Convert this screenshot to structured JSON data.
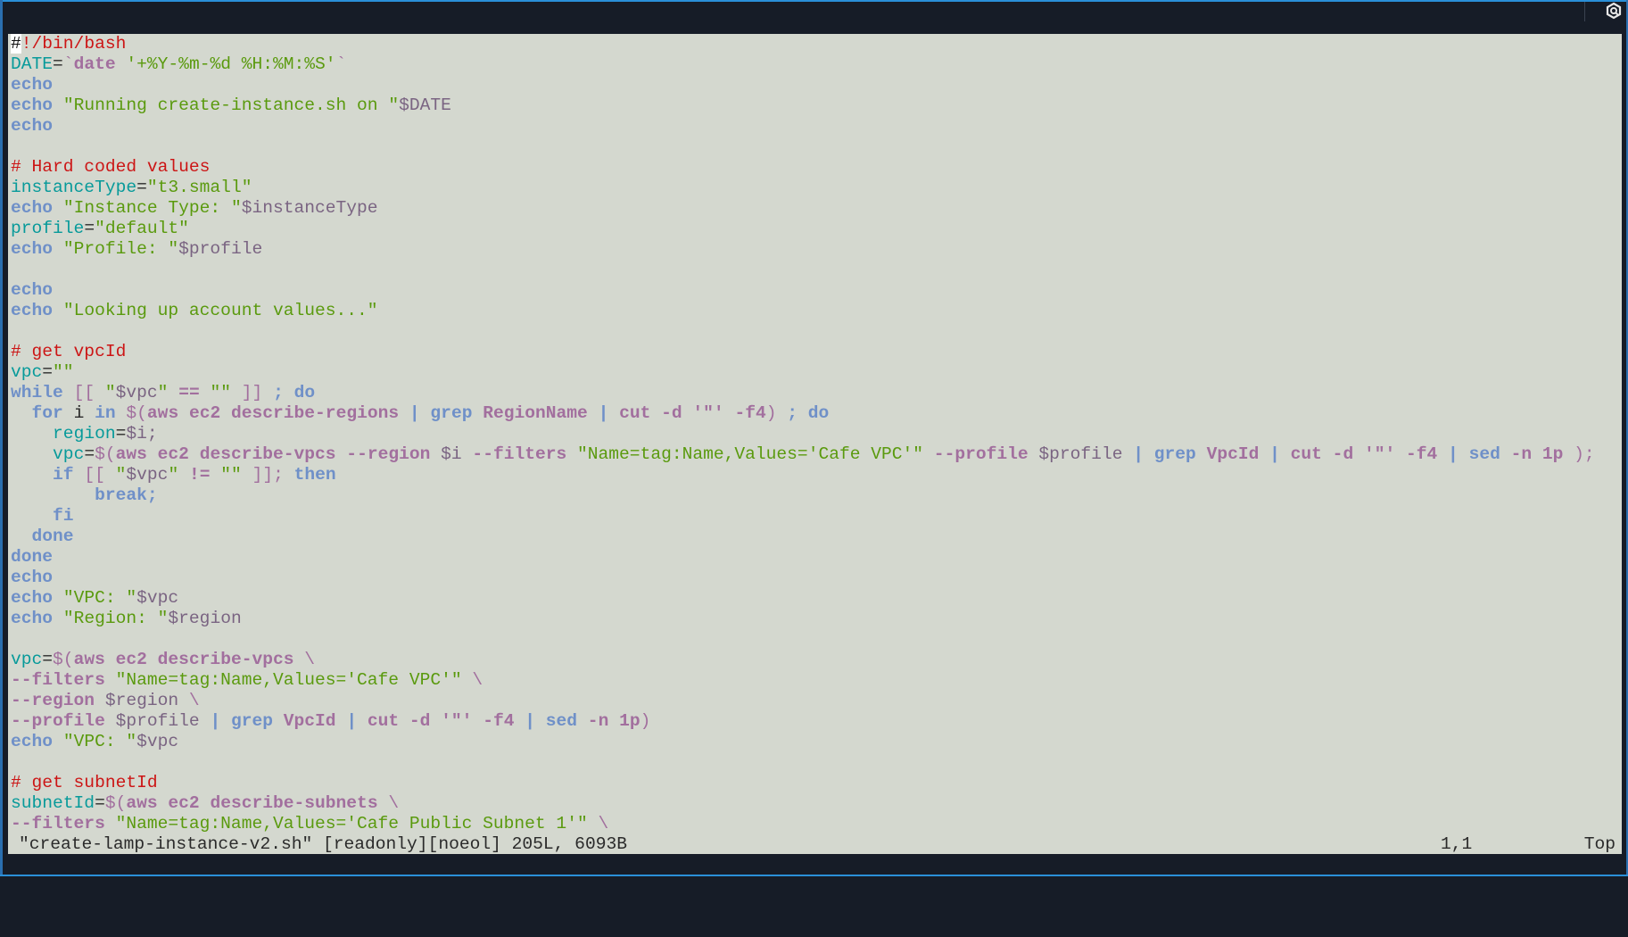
{
  "colors": {
    "background": "#d4d8cf",
    "titlebar": "#161c27",
    "comment": "#cc1515",
    "keyword": "#6f90c8",
    "command": "#a26f9e",
    "variable": "#079a9a",
    "string": "#5a9a0e",
    "expansion": "#7a6482"
  },
  "topbar": {
    "icon": "hexagon-logo-icon"
  },
  "editor": {
    "lines": [
      [
        [
          "cur",
          "#"
        ],
        [
          "c",
          "!/bin/bash"
        ]
      ],
      [
        [
          "v",
          "DATE"
        ],
        [
          "n",
          "="
        ],
        [
          "pl",
          "`"
        ],
        [
          "p",
          "date"
        ],
        [
          "n",
          " "
        ],
        [
          "s",
          "'+%Y-%m-%d %H:%M:%S'"
        ],
        [
          "pl",
          "`"
        ]
      ],
      [
        [
          "k",
          "echo"
        ]
      ],
      [
        [
          "k",
          "echo"
        ],
        [
          "n",
          " "
        ],
        [
          "s",
          "\"Running create-instance.sh on \""
        ],
        [
          "d",
          "$DATE"
        ]
      ],
      [
        [
          "k",
          "echo"
        ]
      ],
      [],
      [
        [
          "c",
          "# Hard coded values"
        ]
      ],
      [
        [
          "v",
          "instanceType"
        ],
        [
          "n",
          "="
        ],
        [
          "s",
          "\"t3.small\""
        ]
      ],
      [
        [
          "k",
          "echo"
        ],
        [
          "n",
          " "
        ],
        [
          "s",
          "\"Instance Type: \""
        ],
        [
          "d",
          "$instanceType"
        ]
      ],
      [
        [
          "v",
          "profile"
        ],
        [
          "n",
          "="
        ],
        [
          "s",
          "\"default\""
        ]
      ],
      [
        [
          "k",
          "echo"
        ],
        [
          "n",
          " "
        ],
        [
          "s",
          "\"Profile: \""
        ],
        [
          "d",
          "$profile"
        ]
      ],
      [],
      [
        [
          "k",
          "echo"
        ]
      ],
      [
        [
          "k",
          "echo"
        ],
        [
          "n",
          " "
        ],
        [
          "s",
          "\"Looking up account values...\""
        ]
      ],
      [],
      [
        [
          "c",
          "# get vpcId"
        ]
      ],
      [
        [
          "v",
          "vpc"
        ],
        [
          "n",
          "="
        ],
        [
          "s",
          "\"\""
        ]
      ],
      [
        [
          "k",
          "while"
        ],
        [
          "n",
          " "
        ],
        [
          "pl",
          "[["
        ],
        [
          "n",
          " "
        ],
        [
          "s",
          "\""
        ],
        [
          "d",
          "$vpc"
        ],
        [
          "s",
          "\""
        ],
        [
          "n",
          " "
        ],
        [
          "p",
          "=="
        ],
        [
          "n",
          " "
        ],
        [
          "s",
          "\"\""
        ],
        [
          "n",
          " "
        ],
        [
          "pl",
          "]]"
        ],
        [
          "n",
          " "
        ],
        [
          "k",
          "; do"
        ]
      ],
      [
        [
          "n",
          "  "
        ],
        [
          "k",
          "for"
        ],
        [
          "n",
          " i "
        ],
        [
          "k",
          "in"
        ],
        [
          "n",
          " "
        ],
        [
          "pl",
          "$("
        ],
        [
          "p",
          "aws ec2 describe-regions "
        ],
        [
          "k",
          "|"
        ],
        [
          "n",
          " "
        ],
        [
          "k",
          "grep"
        ],
        [
          "p",
          " RegionName "
        ],
        [
          "k",
          "|"
        ],
        [
          "p",
          " cut -d '\"' -f4"
        ],
        [
          "pl",
          ")"
        ],
        [
          "n",
          " "
        ],
        [
          "k",
          "; do"
        ]
      ],
      [
        [
          "n",
          "    "
        ],
        [
          "v",
          "region"
        ],
        [
          "n",
          "="
        ],
        [
          "d",
          "$i;"
        ]
      ],
      [
        [
          "n",
          "    "
        ],
        [
          "v",
          "vpc"
        ],
        [
          "n",
          "="
        ],
        [
          "pl",
          "$("
        ],
        [
          "p",
          "aws ec2 describe-vpcs --region "
        ],
        [
          "d",
          "$i"
        ],
        [
          "p",
          " --filters "
        ],
        [
          "s",
          "\"Name=tag:Name,Values='Cafe VPC'\""
        ],
        [
          "p",
          " --profile "
        ],
        [
          "d",
          "$profile"
        ],
        [
          "n",
          " "
        ],
        [
          "k",
          "|"
        ],
        [
          "n",
          " "
        ],
        [
          "k",
          "grep"
        ],
        [
          "p",
          " VpcId "
        ],
        [
          "k",
          "|"
        ],
        [
          "p",
          " cut -d '\"' -f4 "
        ],
        [
          "k",
          "|"
        ],
        [
          "n",
          " "
        ],
        [
          "k",
          "sed"
        ],
        [
          "p",
          " -n 1p "
        ],
        [
          "pl",
          ");"
        ]
      ],
      [
        [
          "n",
          "    "
        ],
        [
          "k",
          "if"
        ],
        [
          "n",
          " "
        ],
        [
          "pl",
          "[["
        ],
        [
          "n",
          " "
        ],
        [
          "s",
          "\""
        ],
        [
          "d",
          "$vpc"
        ],
        [
          "s",
          "\""
        ],
        [
          "n",
          " "
        ],
        [
          "p",
          "!="
        ],
        [
          "n",
          " "
        ],
        [
          "s",
          "\"\""
        ],
        [
          "n",
          " "
        ],
        [
          "pl",
          "]];"
        ],
        [
          "n",
          " "
        ],
        [
          "k",
          "then"
        ]
      ],
      [
        [
          "n",
          "        "
        ],
        [
          "k",
          "break;"
        ]
      ],
      [
        [
          "n",
          "    "
        ],
        [
          "k",
          "fi"
        ]
      ],
      [
        [
          "n",
          "  "
        ],
        [
          "k",
          "done"
        ]
      ],
      [
        [
          "k",
          "done"
        ]
      ],
      [
        [
          "k",
          "echo"
        ]
      ],
      [
        [
          "k",
          "echo"
        ],
        [
          "n",
          " "
        ],
        [
          "s",
          "\"VPC: \""
        ],
        [
          "d",
          "$vpc"
        ]
      ],
      [
        [
          "k",
          "echo"
        ],
        [
          "n",
          " "
        ],
        [
          "s",
          "\"Region: \""
        ],
        [
          "d",
          "$region"
        ]
      ],
      [],
      [
        [
          "v",
          "vpc"
        ],
        [
          "n",
          "="
        ],
        [
          "pl",
          "$("
        ],
        [
          "p",
          "aws ec2 describe-vpcs "
        ],
        [
          "pl",
          "\\"
        ]
      ],
      [
        [
          "p",
          "--filters "
        ],
        [
          "s",
          "\"Name=tag:Name,Values='Cafe VPC'\""
        ],
        [
          "n",
          " "
        ],
        [
          "pl",
          "\\"
        ]
      ],
      [
        [
          "p",
          "--region "
        ],
        [
          "d",
          "$region"
        ],
        [
          "n",
          " "
        ],
        [
          "pl",
          "\\"
        ]
      ],
      [
        [
          "p",
          "--profile "
        ],
        [
          "d",
          "$profile"
        ],
        [
          "n",
          " "
        ],
        [
          "k",
          "|"
        ],
        [
          "n",
          " "
        ],
        [
          "k",
          "grep"
        ],
        [
          "p",
          " VpcId "
        ],
        [
          "k",
          "|"
        ],
        [
          "p",
          " cut -d '\"' -f4 "
        ],
        [
          "k",
          "|"
        ],
        [
          "n",
          " "
        ],
        [
          "k",
          "sed"
        ],
        [
          "p",
          " -n 1p"
        ],
        [
          "pl",
          ")"
        ]
      ],
      [
        [
          "k",
          "echo"
        ],
        [
          "n",
          " "
        ],
        [
          "s",
          "\"VPC: \""
        ],
        [
          "d",
          "$vpc"
        ]
      ],
      [],
      [
        [
          "c",
          "# get subnetId"
        ]
      ],
      [
        [
          "v",
          "subnetId"
        ],
        [
          "n",
          "="
        ],
        [
          "pl",
          "$("
        ],
        [
          "p",
          "aws ec2 describe-subnets "
        ],
        [
          "pl",
          "\\"
        ]
      ],
      [
        [
          "p",
          "--filters "
        ],
        [
          "s",
          "\"Name=tag:Name,Values='Cafe Public Subnet 1'\""
        ],
        [
          "n",
          " "
        ],
        [
          "pl",
          "\\"
        ]
      ]
    ]
  },
  "status": {
    "file_info": "\"create-lamp-instance-v2.sh\" [readonly][noeol] 205L, 6093B",
    "cursor_position": "1,1",
    "scroll_position": "Top"
  }
}
